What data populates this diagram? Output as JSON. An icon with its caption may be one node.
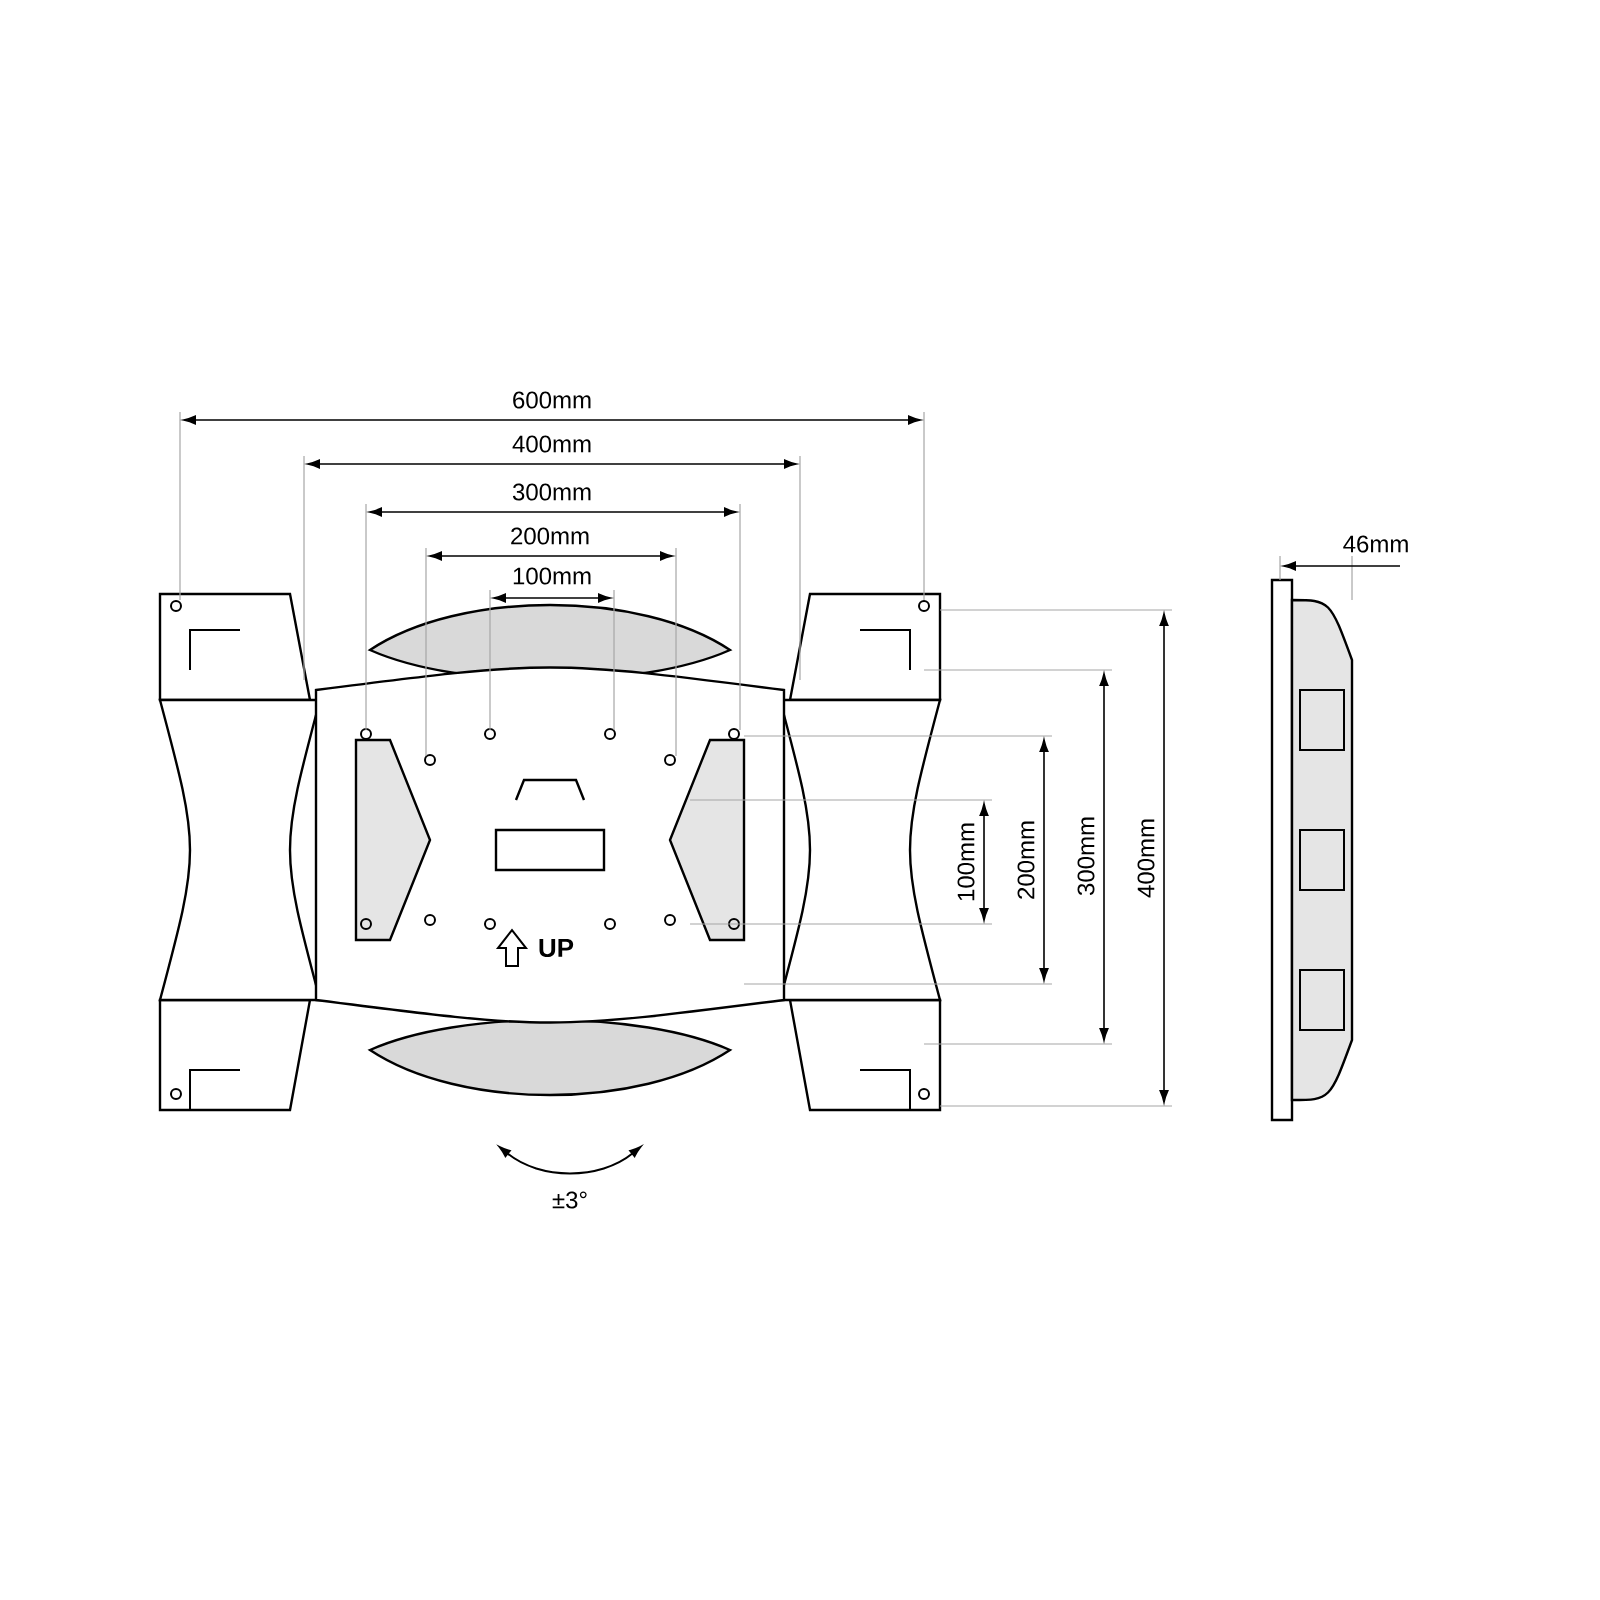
{
  "diagram": {
    "labels": [
      "600mm",
      "400mm",
      "300mm",
      "200mm",
      "46mm",
      "100mm",
      "100mm",
      "200mm",
      "300mm",
      "400mm",
      "UP",
      "±3°"
    ]
  }
}
